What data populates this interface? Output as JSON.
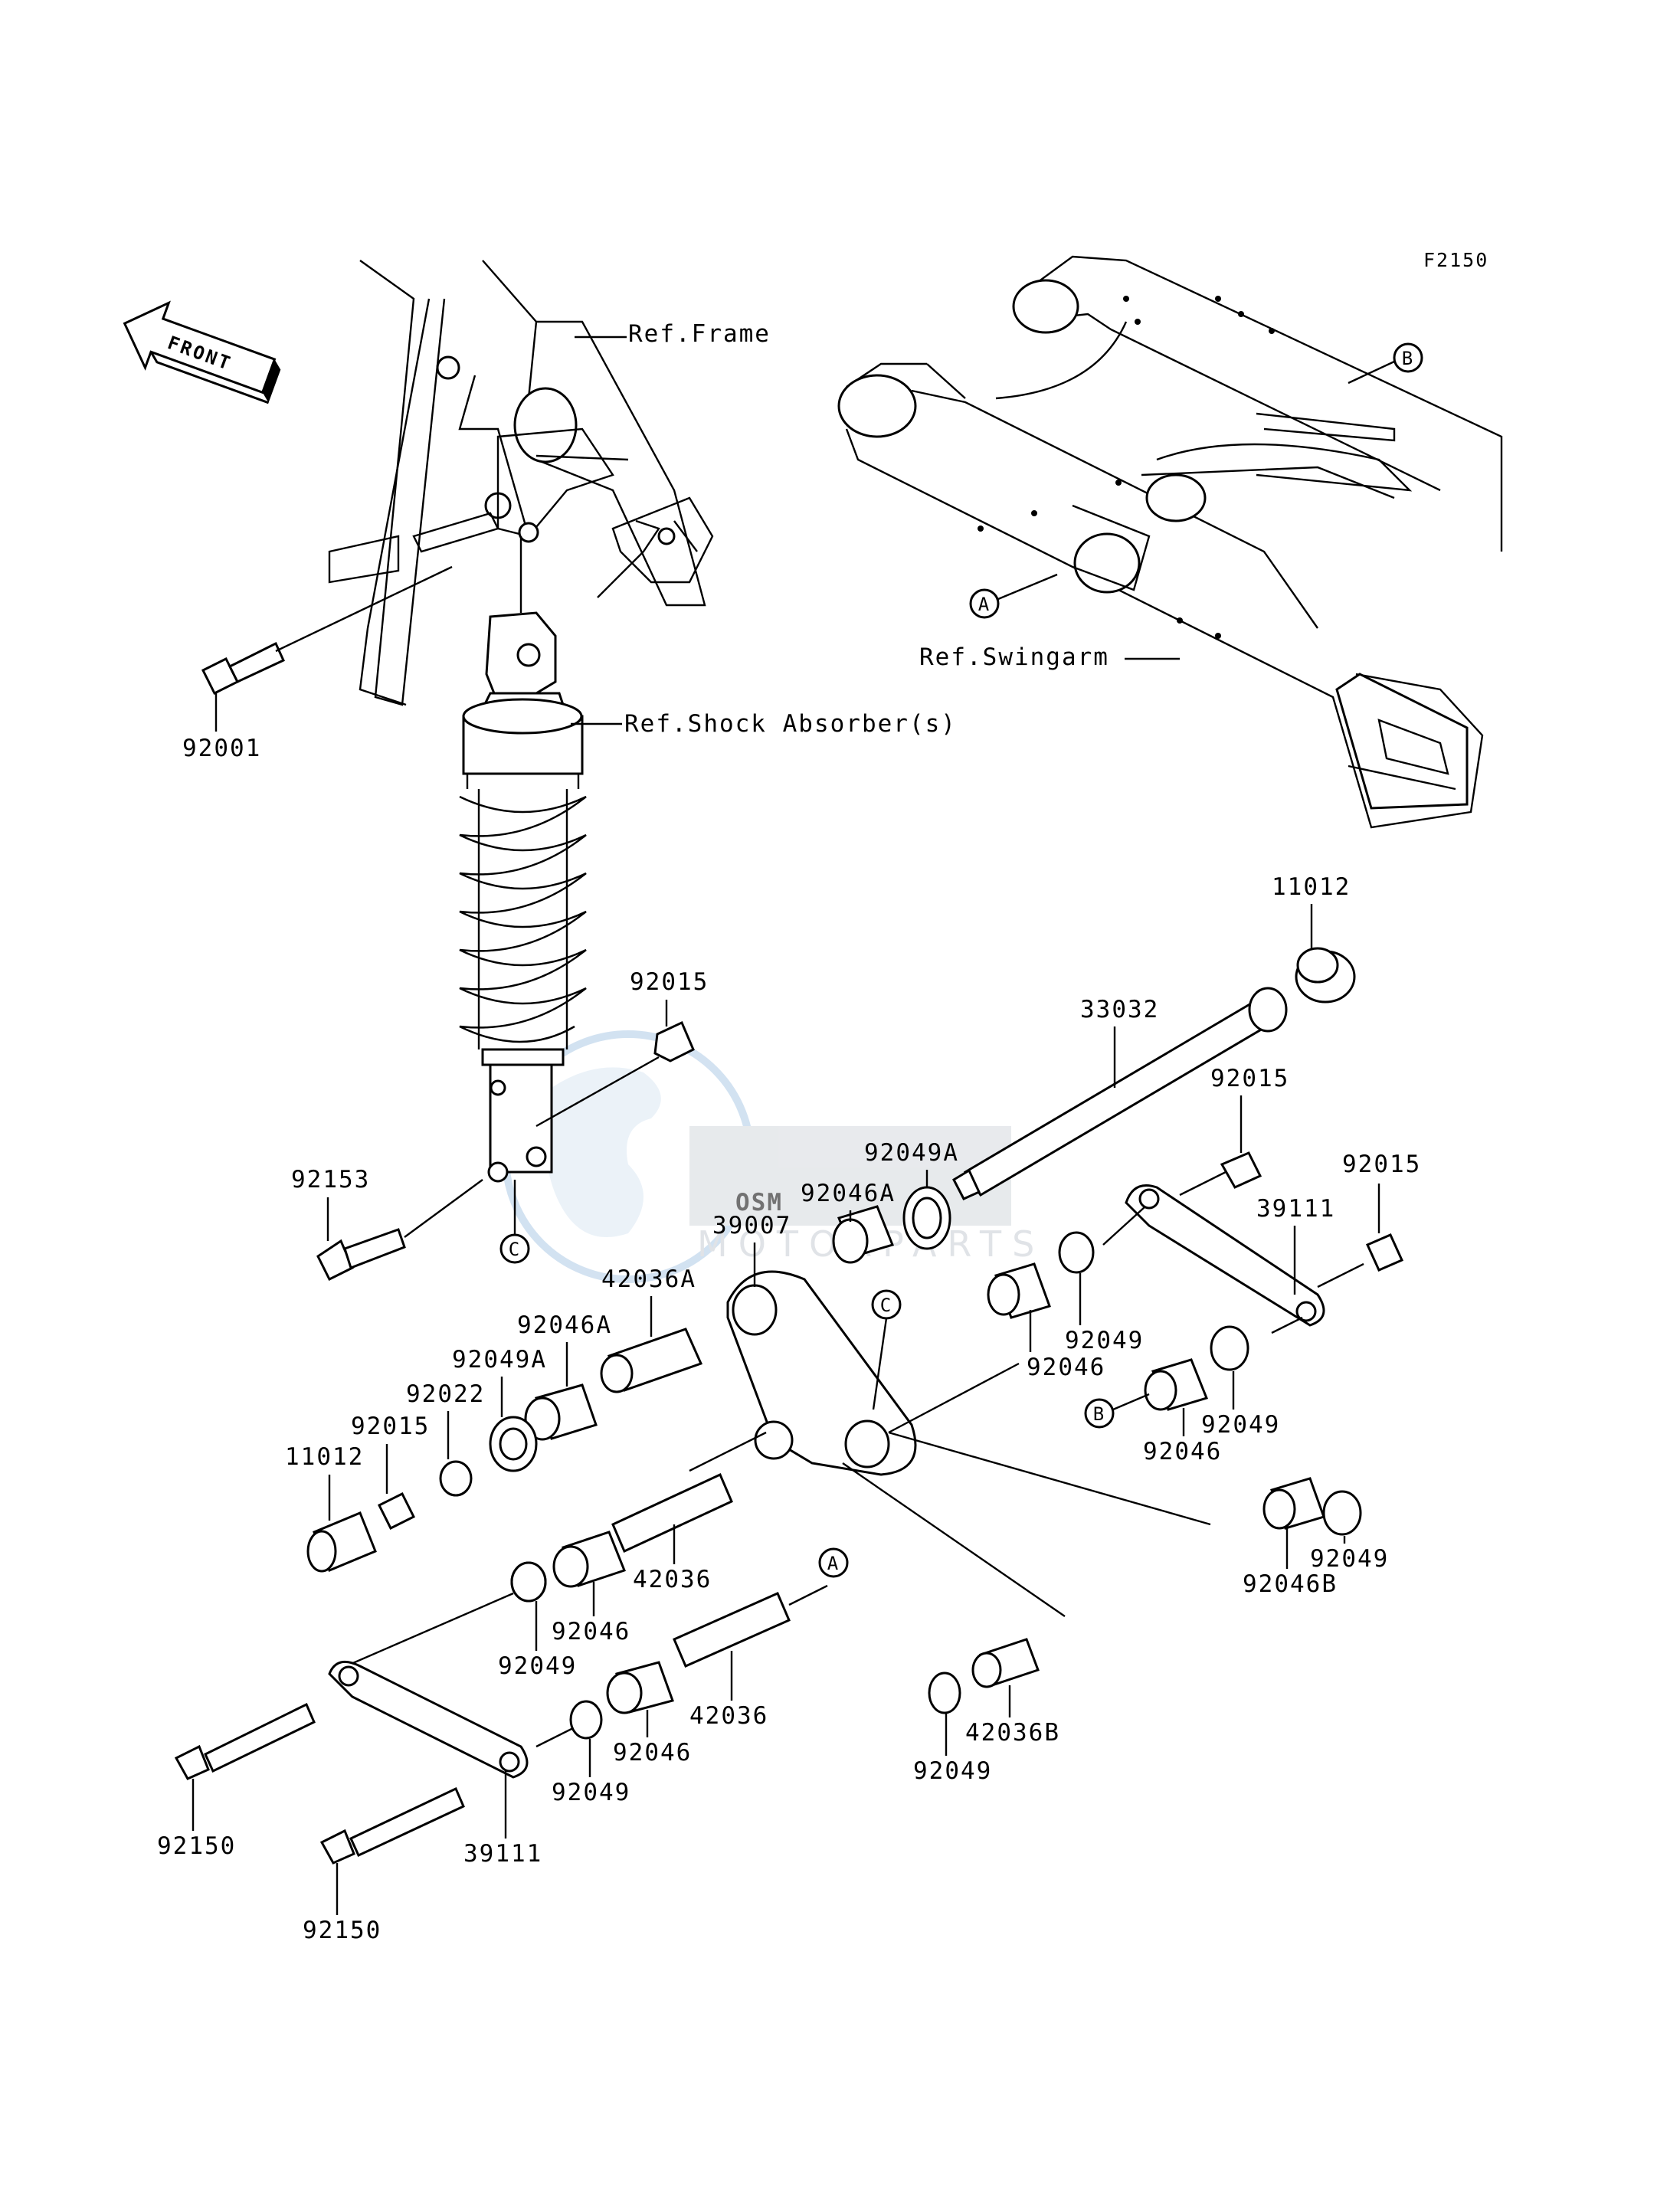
{
  "diagram_code": "F2150",
  "front_label": "FRONT",
  "references": {
    "frame": "Ref.Frame",
    "swingarm": "Ref.Swingarm",
    "shock": "Ref.Shock Absorber(s)"
  },
  "circle_markers": {
    "a": "A",
    "b": "B",
    "c": "C"
  },
  "watermark": {
    "logo": "OSM",
    "text": "MOTORPARTS"
  },
  "part_labels": {
    "p92001": "92001",
    "p11012_top": "11012",
    "p33032": "33032",
    "p92015_top": "92015",
    "p92015_mid_right": "92015",
    "p92015_right": "92015",
    "p92153": "92153",
    "p92049A_top": "92049A",
    "p92046A_top": "92046A",
    "p39007": "39007",
    "p39111_right": "39111",
    "p42036A": "42036A",
    "p92046A_left": "92046A",
    "p92049A_left": "92049A",
    "p92022": "92022",
    "p92015_left": "92015",
    "p11012_left": "11012",
    "p92046_center": "92046",
    "p92049_right_a": "92049",
    "p92049_right_b": "92049",
    "p92046_right": "92046",
    "p92049_right_c": "92049",
    "p92046B": "92046B",
    "p42036_mid": "42036",
    "p92046_lower_a": "92046",
    "p92049_lower_a": "92049",
    "p42036_lower": "42036",
    "p92046_lower_b": "92046",
    "p92049_lower_b": "92049",
    "p42036B": "42036B",
    "p92049_bottom": "92049",
    "p92150_a": "92150",
    "p39111_left": "39111",
    "p92150_b": "92150"
  }
}
